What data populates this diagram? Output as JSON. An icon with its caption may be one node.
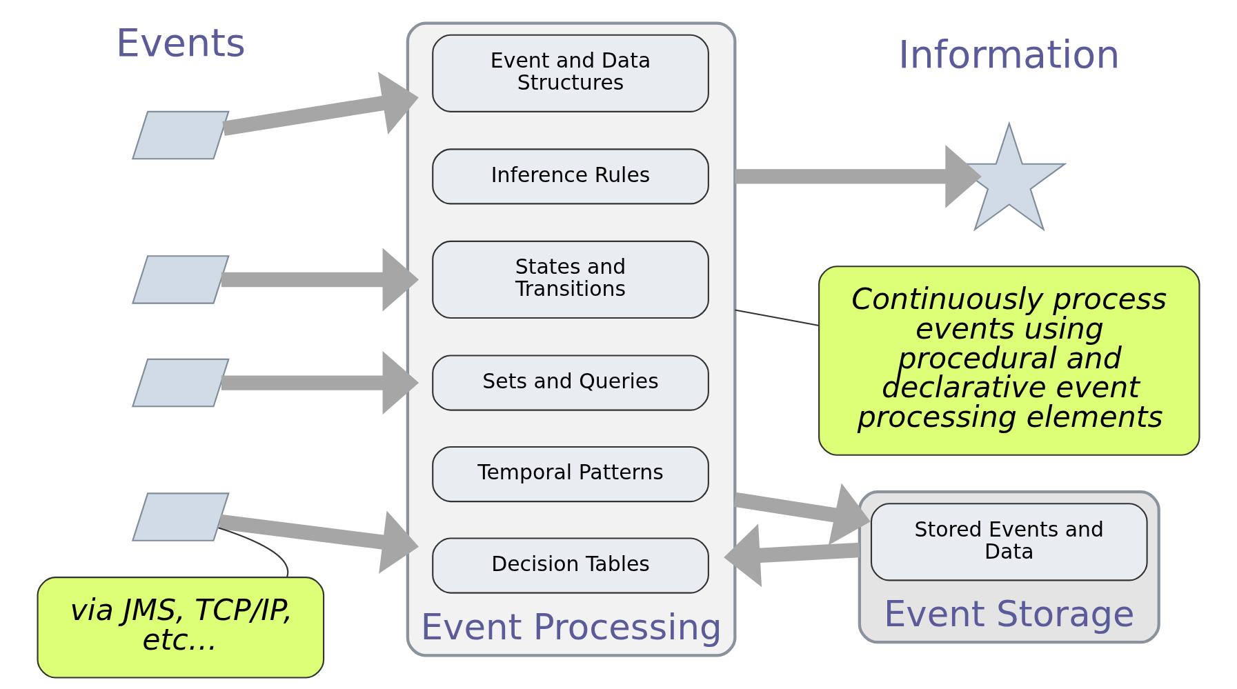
{
  "diagram": {
    "nodes": [
      {
        "text": [
          "Event Processing"
        ]
      },
      {
        "text": [
          "Event and Data Structures"
        ],
        "in": 0
      },
      {
        "text": [
          "Inference Rules"
        ],
        "in": 0
      },
      {
        "text": [
          "States and Transitions"
        ],
        "in": 0
      },
      {
        "text": [
          "Sets and Queries"
        ],
        "in": 0
      },
      {
        "text": [
          "Temporal Patterns"
        ],
        "in": 0
      },
      {
        "text": [
          "Decision Tables"
        ],
        "in": 0
      },
      {
        "text": [
          "Event Storage"
        ]
      },
      {
        "text": [
          "Stored Events and Data"
        ],
        "in": 7
      },
      {
        "text": [],
        "shape": "parallelogram"
      },
      {
        "text": [],
        "shape": "parallelogram"
      },
      {
        "text": [],
        "shape": "parallelogram"
      },
      {
        "text": [],
        "shape": "parallelogram"
      },
      {
        "text": [],
        "shape": "star"
      },
      {
        "text": [
          "Continuously process events using procedural and declarative event processing elements"
        ]
      },
      {
        "text": [
          "via JMS, TCP/IP, etc…"
        ]
      }
    ],
    "edges": [
      {
        "from": 9,
        "to": 0,
        "arrow": "to"
      },
      {
        "from": 10,
        "to": 0,
        "arrow": "to"
      },
      {
        "from": 11,
        "to": 0,
        "arrow": "to"
      },
      {
        "from": 12,
        "to": 0,
        "arrow": "to"
      },
      {
        "from": 0,
        "to": 13,
        "arrow": "to"
      },
      {
        "from": 0,
        "to": 7,
        "arrow": "to"
      },
      {
        "from": 7,
        "to": 0,
        "arrow": "to"
      },
      {
        "from": 14,
        "to": 0,
        "arrow": "none",
        "color": "#333333"
      },
      {
        "from": 15,
        "to": 12,
        "arrow": "none",
        "color": "#333333"
      }
    ],
    "labels": [
      "Events",
      "Information"
    ]
  }
}
